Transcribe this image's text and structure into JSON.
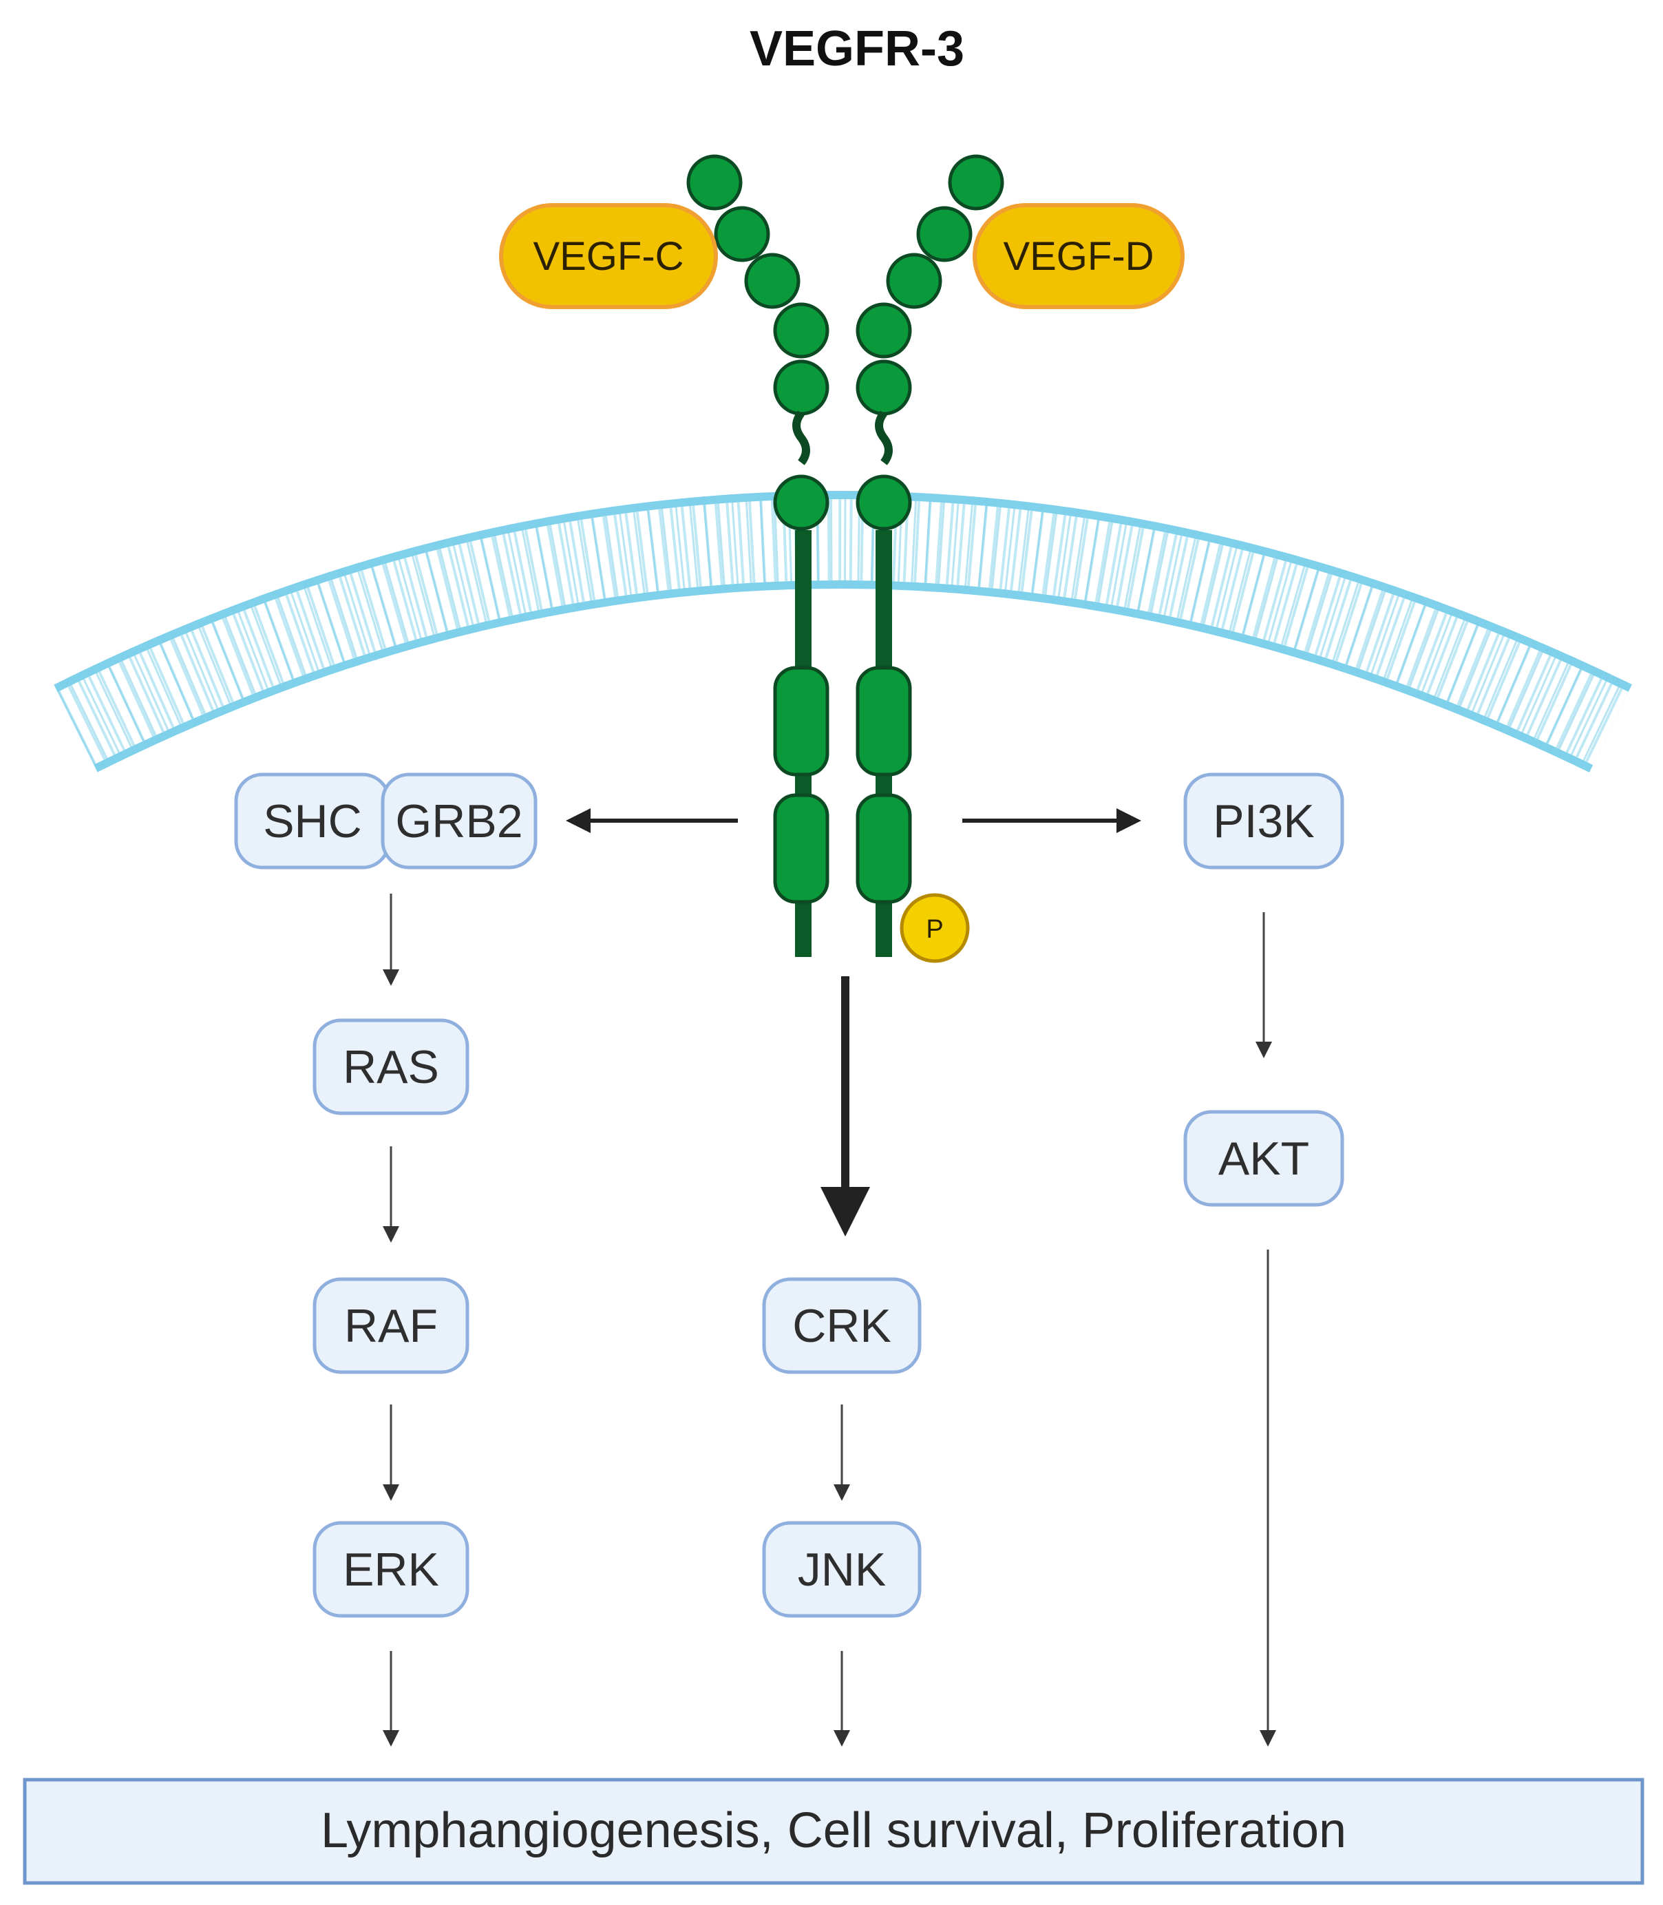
{
  "title": "VEGFR-3",
  "ligands": {
    "left": "VEGF-C",
    "right": "VEGF-D"
  },
  "phospho_label": "P",
  "nodes": {
    "shc": "SHC",
    "grb2": "GRB2",
    "ras": "RAS",
    "raf": "RAF",
    "erk": "ERK",
    "pi3k": "PI3K",
    "akt": "AKT",
    "crk": "CRK",
    "jnk": "JNK"
  },
  "outcome": "Lymphangiogenesis, Cell survival, Proliferation",
  "colors": {
    "receptor": "#0a9a3c",
    "receptor_outline": "#0b4a22",
    "ligand": "#f2c200",
    "ligand_outline": "#f0a030",
    "membrane": "#7fd0ea",
    "node_fill": "#e9f2fb",
    "node_stroke": "#8fb0df"
  }
}
